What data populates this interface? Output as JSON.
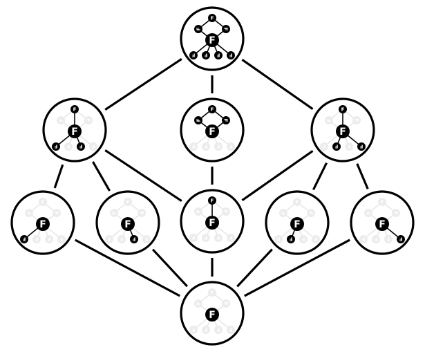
{
  "diagram": {
    "center_label": "F",
    "satellite_labels": {
      "top": "F",
      "upper_left": "F",
      "upper_right": "F",
      "bottom_1": "F",
      "bottom_2": "F",
      "bottom_3": "F",
      "bottom_4": "F"
    },
    "nodes": [
      {
        "id": "top",
        "level": 0,
        "active": [
          "top",
          "upper_left",
          "upper_right",
          "bottom_1",
          "bottom_2",
          "bottom_3",
          "bottom_4"
        ],
        "ring": true
      },
      {
        "id": "r2-left",
        "level": 1,
        "active": [
          "top",
          "bottom_1",
          "bottom_3"
        ],
        "ring": false
      },
      {
        "id": "r2-mid",
        "level": 1,
        "active": [
          "top",
          "upper_left",
          "upper_right"
        ],
        "ring": true
      },
      {
        "id": "r2-right",
        "level": 1,
        "active": [
          "top",
          "bottom_2",
          "bottom_4"
        ],
        "ring": false
      },
      {
        "id": "r3-1",
        "level": 2,
        "active": [
          "bottom_1"
        ],
        "ring": false
      },
      {
        "id": "r3-2",
        "level": 2,
        "active": [
          "bottom_3"
        ],
        "ring": false
      },
      {
        "id": "r3-3",
        "level": 2,
        "active": [
          "top"
        ],
        "ring": false
      },
      {
        "id": "r3-4",
        "level": 2,
        "active": [
          "bottom_2"
        ],
        "ring": false
      },
      {
        "id": "r3-5",
        "level": 2,
        "active": [
          "bottom_4"
        ],
        "ring": false
      },
      {
        "id": "bottom",
        "level": 3,
        "active": [],
        "ring": false
      }
    ],
    "edges": [
      [
        "top",
        "r2-left"
      ],
      [
        "top",
        "r2-mid"
      ],
      [
        "top",
        "r2-right"
      ],
      [
        "r2-left",
        "r3-1"
      ],
      [
        "r2-left",
        "r3-2"
      ],
      [
        "r2-left",
        "r3-3"
      ],
      [
        "r2-mid",
        "r3-3"
      ],
      [
        "r2-right",
        "r3-3"
      ],
      [
        "r2-right",
        "r3-4"
      ],
      [
        "r2-right",
        "r3-5"
      ],
      [
        "r3-1",
        "bottom"
      ],
      [
        "r3-2",
        "bottom"
      ],
      [
        "r3-3",
        "bottom"
      ],
      [
        "r3-4",
        "bottom"
      ],
      [
        "r3-5",
        "bottom"
      ]
    ],
    "colors": {
      "stroke": "#000000",
      "inactive": "#ececec",
      "background": "#ffffff"
    }
  }
}
